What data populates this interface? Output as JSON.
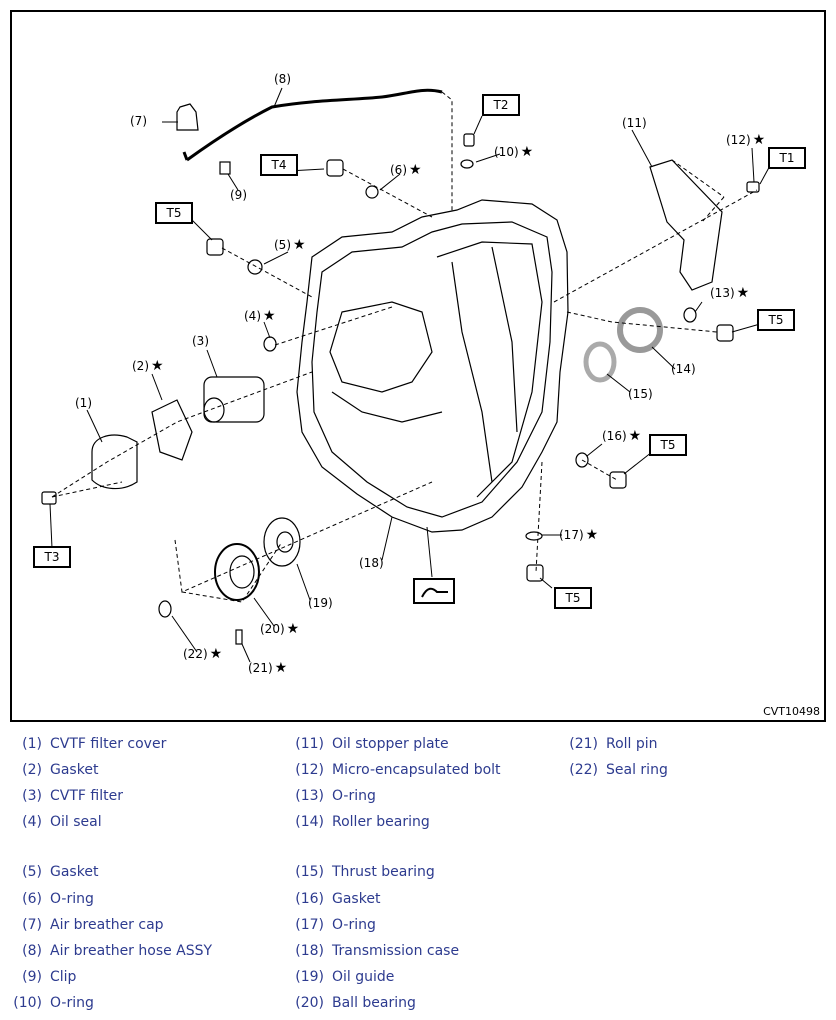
{
  "figure_code": "CVT10498",
  "torque_boxes": [
    "T2",
    "T4",
    "T5",
    "T1",
    "T5",
    "T5",
    "T5",
    "T3"
  ],
  "part_labels": [
    {
      "id": "p8",
      "text": "(8)",
      "star": false
    },
    {
      "id": "p7",
      "text": "(7)",
      "star": false
    },
    {
      "id": "p9",
      "text": "(9)",
      "star": false
    },
    {
      "id": "p10",
      "text": "(10)",
      "star": true
    },
    {
      "id": "p6",
      "text": "(6)",
      "star": true
    },
    {
      "id": "p11",
      "text": "(11)",
      "star": false
    },
    {
      "id": "p12",
      "text": "(12)",
      "star": true
    },
    {
      "id": "p5",
      "text": "(5)",
      "star": true
    },
    {
      "id": "p4",
      "text": "(4)",
      "star": true
    },
    {
      "id": "p3",
      "text": "(3)",
      "star": false
    },
    {
      "id": "p2",
      "text": "(2)",
      "star": true
    },
    {
      "id": "p1",
      "text": "(1)",
      "star": false
    },
    {
      "id": "p13",
      "text": "(13)",
      "star": true
    },
    {
      "id": "p14",
      "text": "(14)",
      "star": false
    },
    {
      "id": "p15",
      "text": "(15)",
      "star": false
    },
    {
      "id": "p16",
      "text": "(16)",
      "star": true
    },
    {
      "id": "p17",
      "text": "(17)",
      "star": true
    },
    {
      "id": "p18",
      "text": "(18)",
      "star": false
    },
    {
      "id": "p19",
      "text": "(19)",
      "star": false
    },
    {
      "id": "p20",
      "text": "(20)",
      "star": true
    },
    {
      "id": "p21",
      "text": "(21)",
      "star": true
    },
    {
      "id": "p22",
      "text": "(22)",
      "star": true
    }
  ],
  "star_glyph": "★",
  "legend": {
    "col1": [
      {
        "num": "(1)",
        "name": "CVTF filter cover"
      },
      {
        "num": "(2)",
        "name": "Gasket"
      },
      {
        "num": "(3)",
        "name": "CVTF filter"
      },
      {
        "num": "(4)",
        "name": "Oil seal"
      },
      {
        "num": "(5)",
        "name": "Gasket"
      },
      {
        "num": "(6)",
        "name": "O-ring"
      },
      {
        "num": "(7)",
        "name": "Air breather cap"
      },
      {
        "num": "(8)",
        "name": "Air breather hose ASSY"
      },
      {
        "num": "(9)",
        "name": "Clip"
      },
      {
        "num": "(10)",
        "name": "O-ring"
      }
    ],
    "col2": [
      {
        "num": "(11)",
        "name": "Oil stopper plate"
      },
      {
        "num": "(12)",
        "name": "Micro-encapsulated bolt"
      },
      {
        "num": "(13)",
        "name": "O-ring"
      },
      {
        "num": "(14)",
        "name": "Roller bearing"
      },
      {
        "num": "(15)",
        "name": "Thrust bearing"
      },
      {
        "num": "(16)",
        "name": "Gasket"
      },
      {
        "num": "(17)",
        "name": "O-ring"
      },
      {
        "num": "(18)",
        "name": "Transmission case"
      },
      {
        "num": "(19)",
        "name": "Oil guide"
      },
      {
        "num": "(20)",
        "name": "Ball bearing"
      }
    ],
    "col3": [
      {
        "num": "(21)",
        "name": "Roll pin"
      },
      {
        "num": "(22)",
        "name": "Seal ring"
      }
    ]
  }
}
